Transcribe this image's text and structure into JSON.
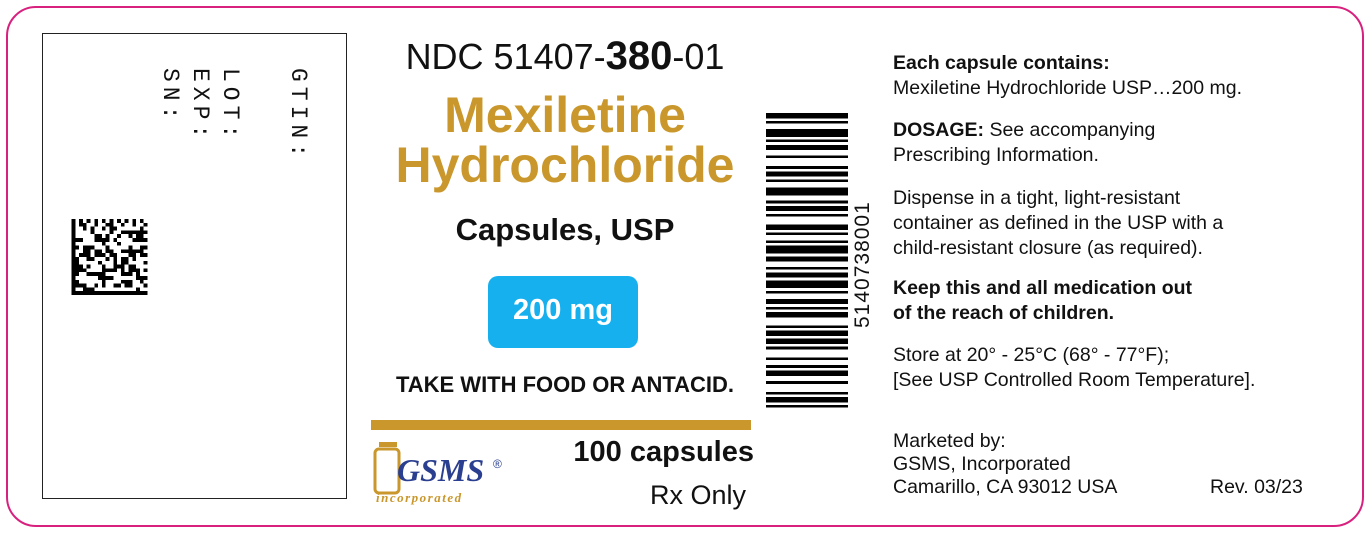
{
  "variable_data": {
    "gtin_label": "GTIN:",
    "lot_label": "LOT:",
    "exp_label": "EXP:",
    "sn_label": "SN:"
  },
  "ndc": {
    "prefix": "NDC 51407-",
    "product": "380",
    "suffix": "-01"
  },
  "product": {
    "name_line1": "Mexiletine",
    "name_line2": "Hydrochloride",
    "form": "Capsules, USP",
    "strength": "200 mg",
    "instruction": "TAKE WITH FOOD OR ANTACID.",
    "count": "100 capsules",
    "rx": "Rx Only"
  },
  "barcode": {
    "digits": "5140738001"
  },
  "logo": {
    "brand": "GSMS",
    "registered": "®",
    "tagline": "incorporated"
  },
  "info": {
    "contains_heading": "Each capsule contains:",
    "contains_text": "Mexiletine Hydrochloride USP…200 mg.",
    "dosage_heading": "DOSAGE:",
    "dosage_text_1": "See accompanying",
    "dosage_text_2": "Prescribing Information.",
    "dispense_1": "Dispense in a tight, light-resistant",
    "dispense_2": "container as defined in the USP with a",
    "dispense_3": "child-resistant closure (as required).",
    "keep_1": "Keep this and all medication out",
    "keep_2": "of the reach of children.",
    "store_1": "Store at 20° - 25°C (68° - 77°F);",
    "store_2": "[See USP Controlled Room Temperature].",
    "marketed_1": "Marketed by:",
    "marketed_2": "GSMS, Incorporated",
    "marketed_3": "Camarillo, CA 93012 USA",
    "revision": "Rev. 03/23"
  },
  "colors": {
    "border": "#d8217e",
    "gold": "#c9972b",
    "strength_box": "#16b0ef"
  }
}
